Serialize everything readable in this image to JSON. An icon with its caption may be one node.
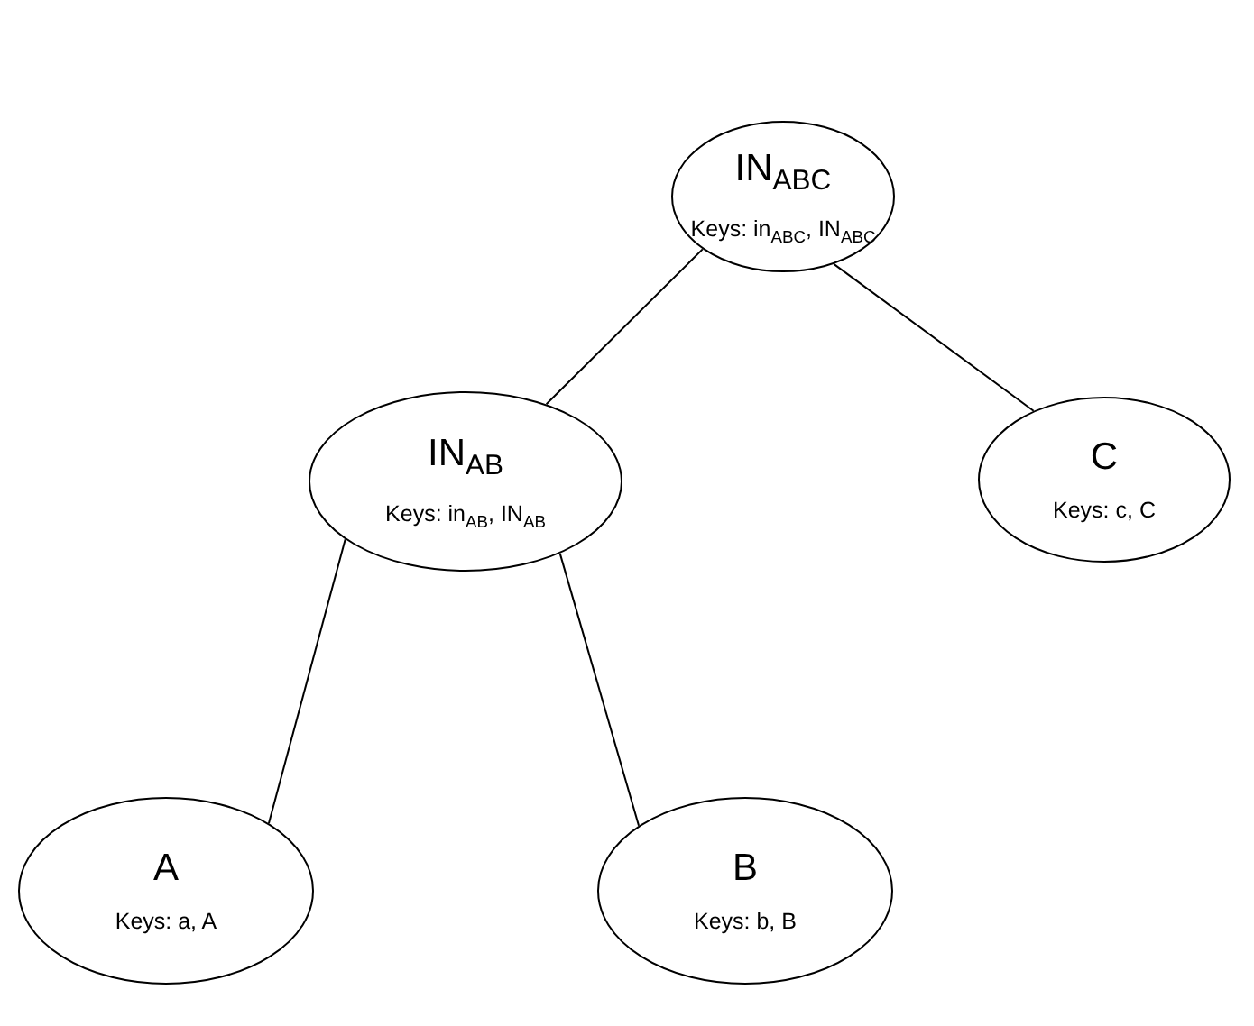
{
  "diagram": {
    "nodes": [
      {
        "text": [
          "IN$_{ABC}$",
          "Keys: in$_{ABC}$, IN$_{ABC}$"
        ]
      },
      {
        "text": [
          "IN$_{AB}$",
          "Keys: in$_{AB}$, IN$_{AB}$"
        ]
      },
      {
        "text": [
          "C",
          "Keys: c, C"
        ]
      },
      {
        "text": [
          "A",
          "Keys: a, A"
        ]
      },
      {
        "text": [
          "B",
          "Keys: b, B"
        ]
      }
    ],
    "edges": [
      {
        "from": 0,
        "to": 1,
        "arrow": "none"
      },
      {
        "from": 0,
        "to": 2,
        "arrow": "none"
      },
      {
        "from": 1,
        "to": 3,
        "arrow": "none"
      },
      {
        "from": 1,
        "to": 4,
        "arrow": "none"
      }
    ]
  }
}
